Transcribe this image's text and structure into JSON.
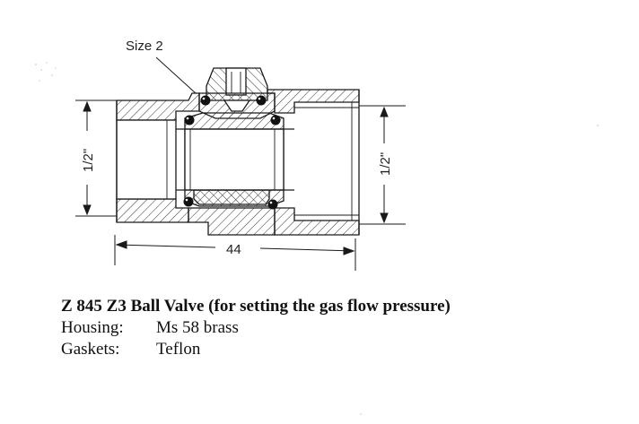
{
  "diagram": {
    "part_label": "Size 2",
    "dim_left": "1/2\"",
    "dim_right": "1/2\"",
    "dim_length": "44"
  },
  "caption": {
    "title": "Z 845 Z3 Ball Valve (for setting the gas flow pressure)",
    "housing_label": "Housing:",
    "housing_value": "Ms 58 brass",
    "gaskets_label": "Gaskets:",
    "gaskets_value": "Teflon"
  },
  "colors": {
    "ink": "#1a1a1a",
    "hatch": "#333333",
    "paper": "#ffffff"
  }
}
